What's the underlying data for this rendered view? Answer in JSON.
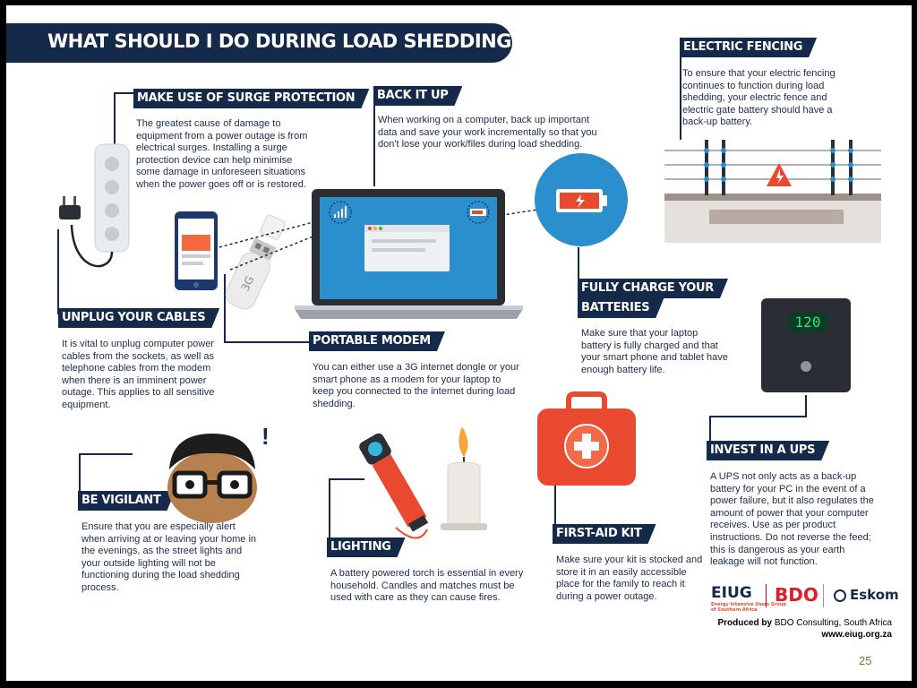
{
  "title": "WHAT SHOULD I DO DURING LOAD SHEDDING?",
  "sections": {
    "surge": {
      "heading": "MAKE USE OF SURGE PROTECTION",
      "text": "The greatest cause of damage to equipment from a power outage is from electrical surges. Installing a surge protection device can help minimise some damage in unforeseen situations when the power goes off or is restored."
    },
    "backup": {
      "heading": "BACK IT UP",
      "text": "When working on a computer, back up important data and save your work incrementally so that you don't lose your work/files during load shedding."
    },
    "fencing": {
      "heading": "ELECTRIC FENCING",
      "text": "To ensure that your electric fencing continues to function during load shedding, your electric fence and electric gate battery should have a back-up battery."
    },
    "unplug": {
      "heading": "UNPLUG YOUR CABLES",
      "text": "It is vital to unplug computer power cables from the sockets, as well as telephone cables from the modem when there is an imminent power outage. This applies to all sensitive equipment."
    },
    "modem": {
      "heading": "PORTABLE MODEM",
      "text": "You can either use a 3G internet dongle or your smart phone as a modem for your laptop to keep you connected to the internet during load shedding."
    },
    "charge": {
      "heading_line1": "FULLY CHARGE YOUR",
      "heading_line2": "BATTERIES",
      "text": "Make sure that your laptop battery is fully charged and that your smart phone and tablet have enough battery life."
    },
    "ups": {
      "heading": "INVEST IN A UPS",
      "text": "A UPS not only acts as a back-up battery for your PC in the event of a power failure, but it also regulates the amount of power that your computer receives. Use as per product instructions. Do not reverse the feed; this is dangerous as your earth leakage will not function."
    },
    "vigilant": {
      "heading": "BE VIGILANT",
      "text": "Ensure that you are especially alert when arriving at or leaving your home in the evenings, as the street lights and your outside lighting will not be functioning during the load shedding process."
    },
    "lighting": {
      "heading": "LIGHTING",
      "text": "A battery powered torch is essential in every household. Candles and matches must be used with care as they can cause fires."
    },
    "firstaid": {
      "heading": "FIRST-AID KIT",
      "text": "Make sure your kit is stocked and store it in an easily accessible place for the family to reach it during a power outage."
    }
  },
  "ups_display": "120",
  "dongle_label": "3G",
  "exclamation": "!",
  "logos": {
    "euig": "EIUG",
    "euig_sub1": "Energy Intensive Users Group",
    "euig_sub2": "of Southern Africa",
    "bdo": "BDO",
    "eskom": "Eskom"
  },
  "credit": {
    "produced_by": "Produced by",
    "company": "BDO Consulting, South Africa",
    "url": "www.eiug.org.za"
  },
  "page_number": "25",
  "colors": {
    "navy": "#15294a",
    "accent_red": "#e8492f",
    "blue": "#2b8fce"
  }
}
